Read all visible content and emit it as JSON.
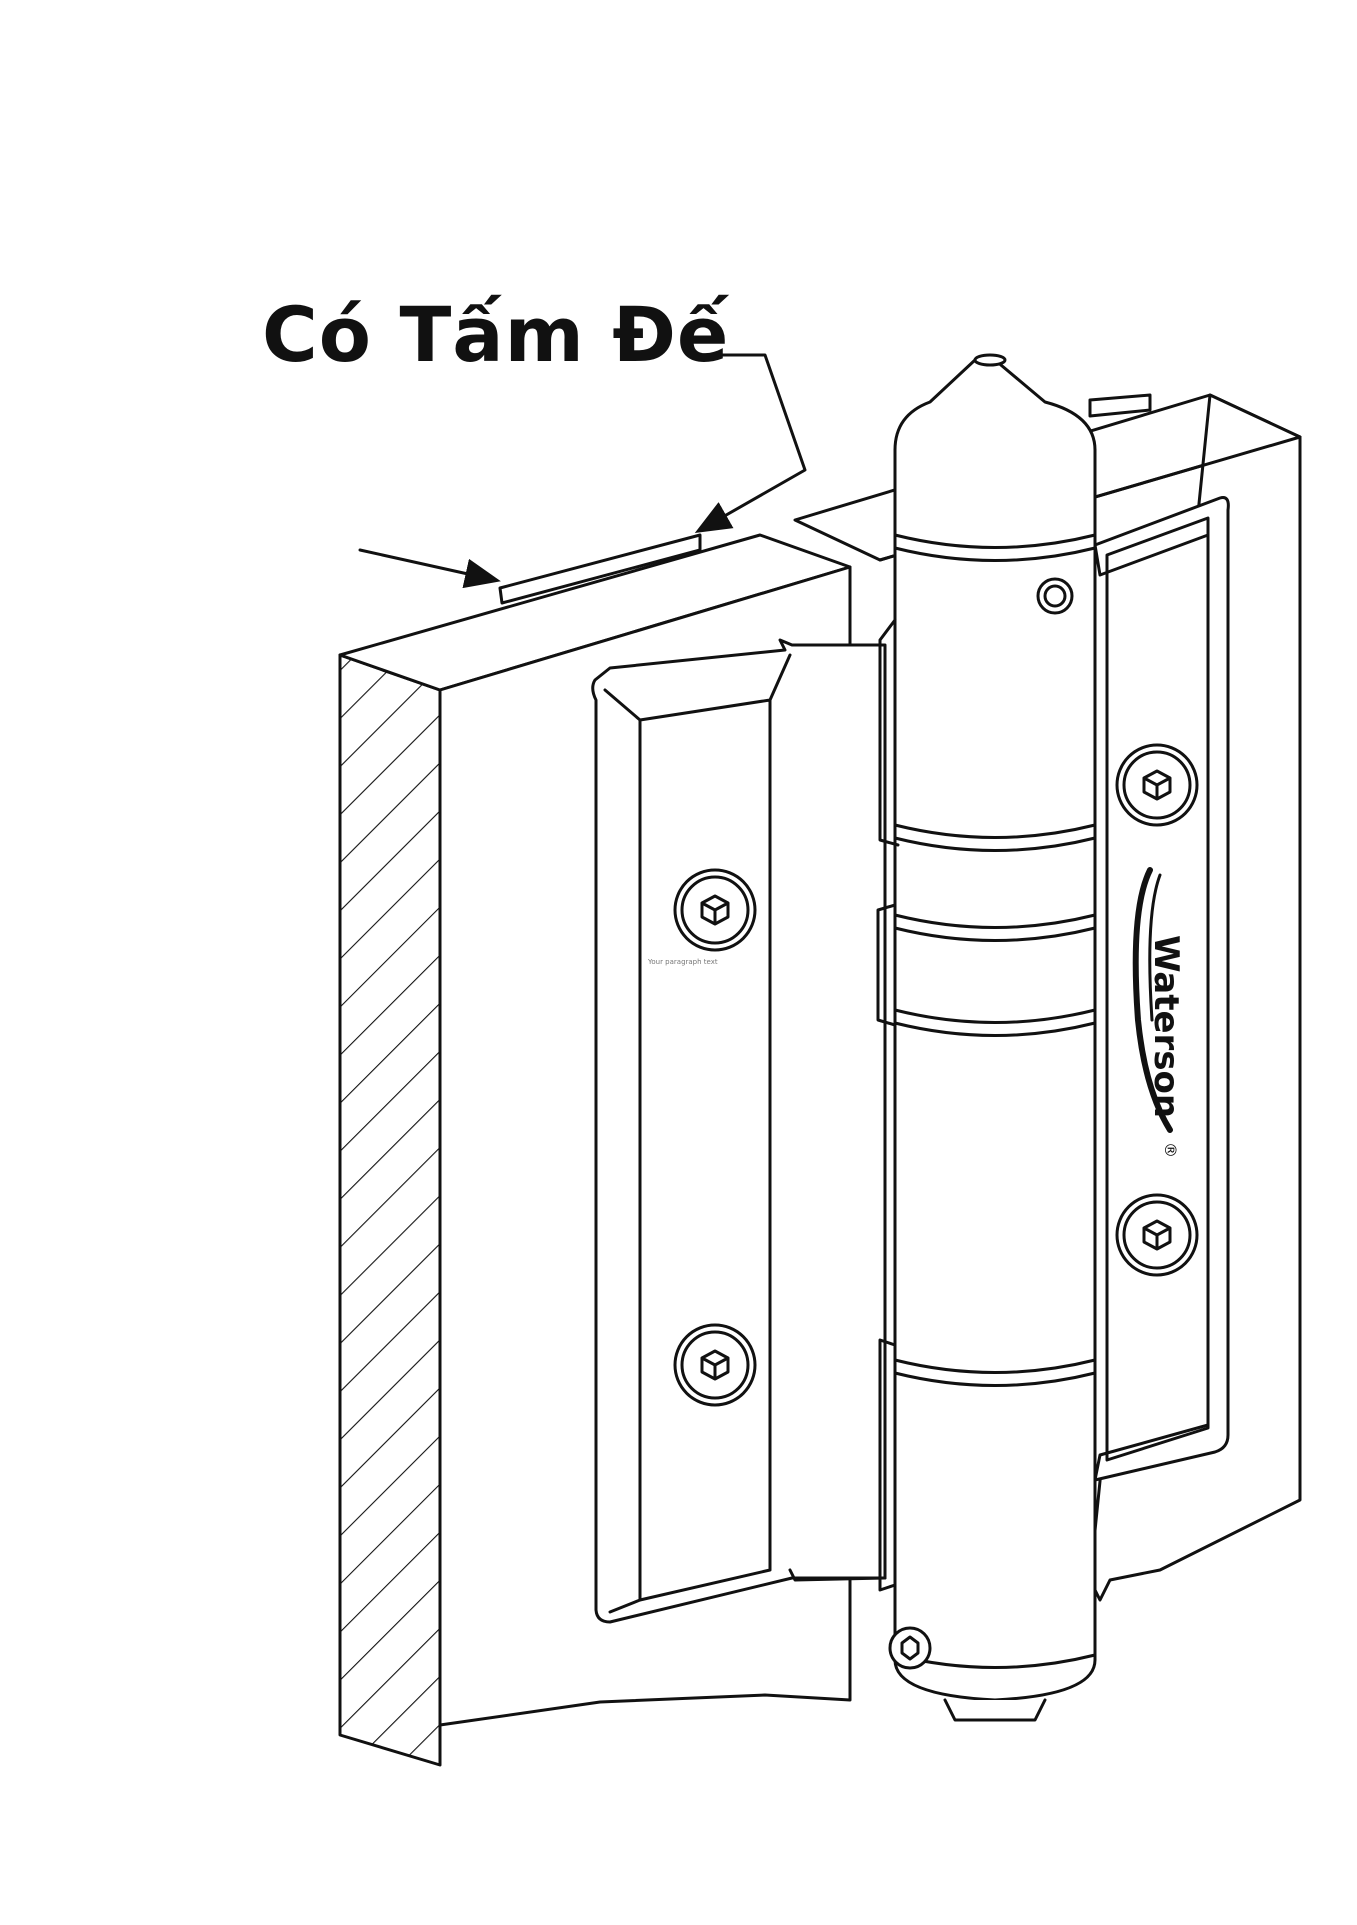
{
  "labels": {
    "title": "Có Tấm Đế",
    "placeholder_text": "Your paragraph text"
  },
  "brand": {
    "name": "Waterson",
    "registered": "®"
  },
  "colors": {
    "stroke": "#111111",
    "background": "#ffffff"
  }
}
